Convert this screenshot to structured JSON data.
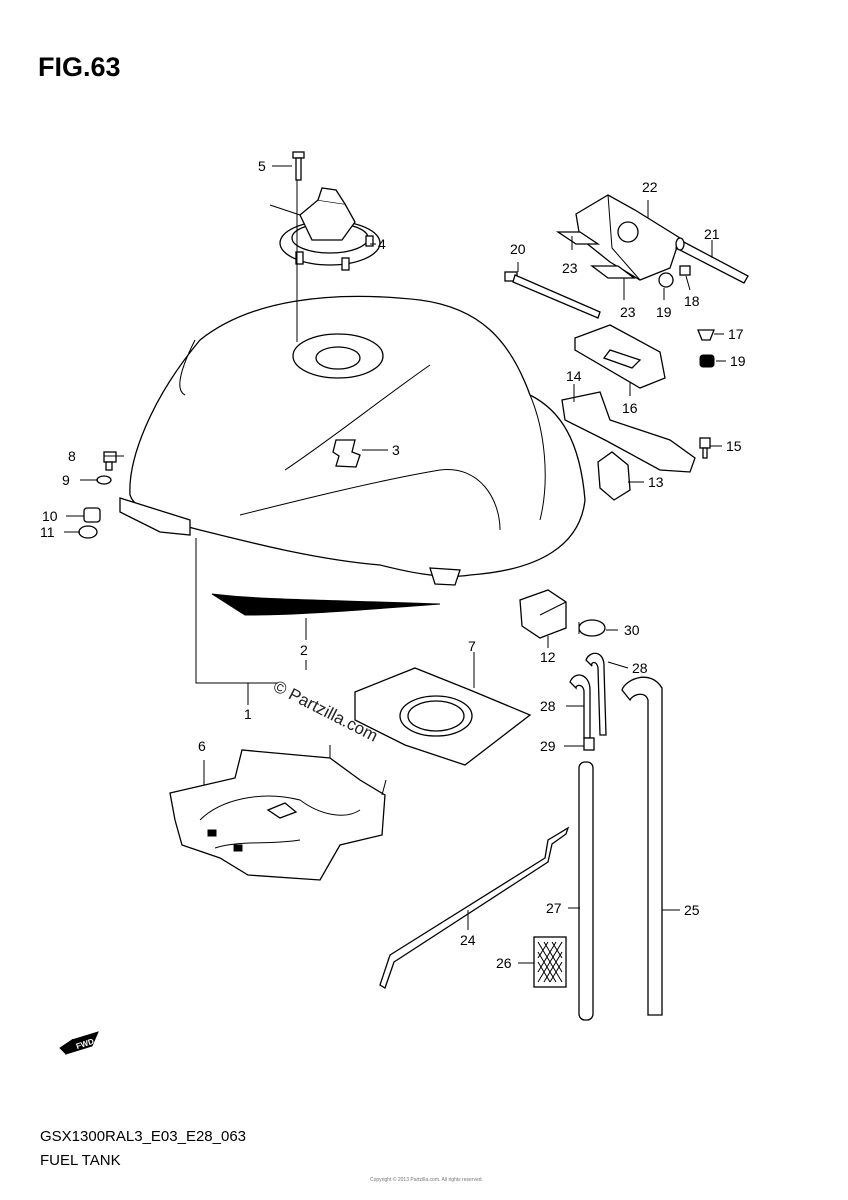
{
  "figure": {
    "title": "FIG.63"
  },
  "footer": {
    "model_code": "GSX1300RAL3_E03_E28_063",
    "section_name": "FUEL TANK",
    "fine_print": "Copyright © 2013 Partzilla.com. All rights reserved."
  },
  "watermark": {
    "text": "© Partzilla.com"
  },
  "direction_badge": {
    "text": "FWD"
  },
  "callouts": {
    "c1": "1",
    "c2": "2",
    "c3": "3",
    "c4": "4",
    "c5": "5",
    "c6": "6",
    "c7": "7",
    "c8": "8",
    "c9": "9",
    "c10": "10",
    "c11": "11",
    "c12": "12",
    "c13": "13",
    "c14": "14",
    "c15": "15",
    "c16": "16",
    "c17": "17",
    "c18": "18",
    "c19a": "19",
    "c19b": "19",
    "c20": "20",
    "c21": "21",
    "c22": "22",
    "c23a": "23",
    "c23b": "23",
    "c24": "24",
    "c25": "25",
    "c26": "26",
    "c27": "27",
    "c28a": "28",
    "c28b": "28",
    "c29": "29",
    "c30": "30"
  }
}
